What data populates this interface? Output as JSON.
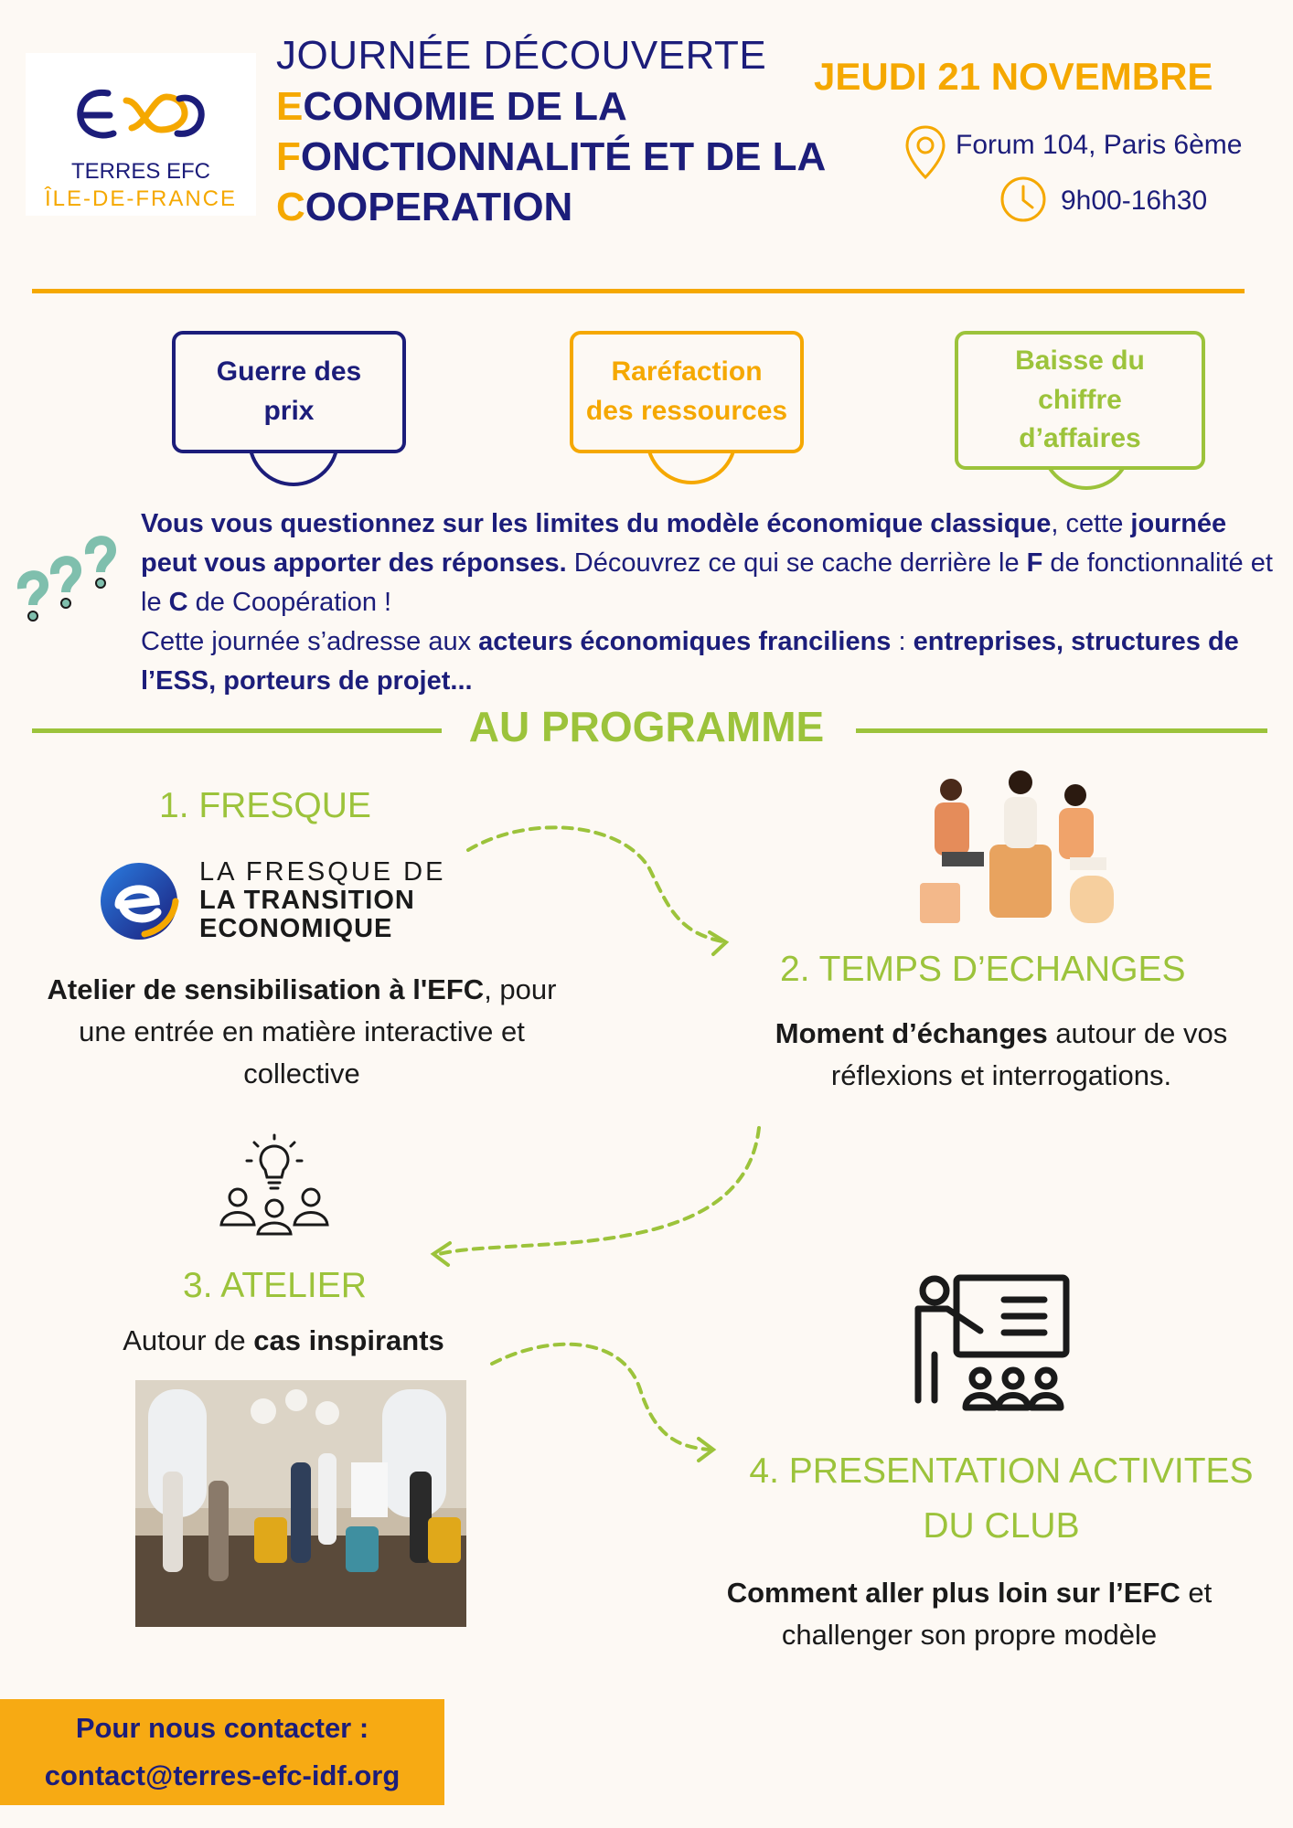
{
  "logo": {
    "line1": "TERRES EFC",
    "line2": "ÎLE-DE-FRANCE"
  },
  "header": {
    "subtitle": "JOURNÉE DÉCOUVERTE",
    "title_lines": [
      {
        "first": "E",
        "rest": "CONOMIE DE LA"
      },
      {
        "first": "F",
        "rest": "ONCTIONNALITÉ ET DE LA"
      },
      {
        "first": "C",
        "rest": "OOPERATION"
      }
    ],
    "date": "JEUDI 21 NOVEMBRE",
    "location": "Forum 104, Paris 6ème",
    "time": "9h00-16h30"
  },
  "bubbles": [
    {
      "line1": "Guerre des",
      "line2": "prix",
      "color": "#1c1d7a"
    },
    {
      "line1": "Raréfaction",
      "line2": "des ressources",
      "color": "#f5a800"
    },
    {
      "line1": "Baisse du",
      "line2": "chiffre",
      "line3": "d’affaires",
      "color": "#9cc33b"
    }
  ],
  "intro": {
    "p1_bold1": "Vous vous questionnez sur les limites du modèle économique classique",
    "p1_t1": ", cette ",
    "p1_bold2": "journée peut vous apporter des réponses.",
    "p1_t2": " Découvrez ce qui se cache derrière le ",
    "p1_F": "F",
    "p1_t3": " de fonctionnalité et le ",
    "p1_C": "C",
    "p1_t4": " de Coopération !",
    "p2_t1": "Cette journée  s’adresse aux ",
    "p2_bold1": "acteurs économiques franciliens",
    "p2_t2": " : ",
    "p2_bold2": "entreprises, structures de l’ESS, porteurs de projet..."
  },
  "program_title": "AU PROGRAMME",
  "steps": {
    "s1": {
      "title": "1. FRESQUE",
      "logo_l1": "LA FRESQUE DE",
      "logo_l2": "LA TRANSITION",
      "logo_l3": "ECONOMIQUE",
      "desc_bold": "Atelier de sensibilisation à l'EFC",
      "desc_rest": ", pour une entrée en matière interactive et collective"
    },
    "s2": {
      "title": "2. TEMPS D’ECHANGES",
      "desc_bold": "Moment d’échanges",
      "desc_rest": " autour de vos réflexions et interrogations."
    },
    "s3": {
      "title": "3. ATELIER",
      "desc_plain": "Autour de ",
      "desc_bold": "cas inspirants"
    },
    "s4": {
      "title_l1": "4. PRESENTATION ACTIVITES",
      "title_l2": "DU CLUB",
      "desc_bold": "Comment aller plus loin sur l’EFC",
      "desc_rest": " et challenger son propre modèle"
    }
  },
  "contact": {
    "line1": "Pour nous contacter :",
    "line2": "contact@terres-efc-idf.org"
  },
  "colors": {
    "navy": "#1c1d7a",
    "orange": "#f5a800",
    "green": "#9cc33b",
    "background": "#fdf9f4"
  }
}
